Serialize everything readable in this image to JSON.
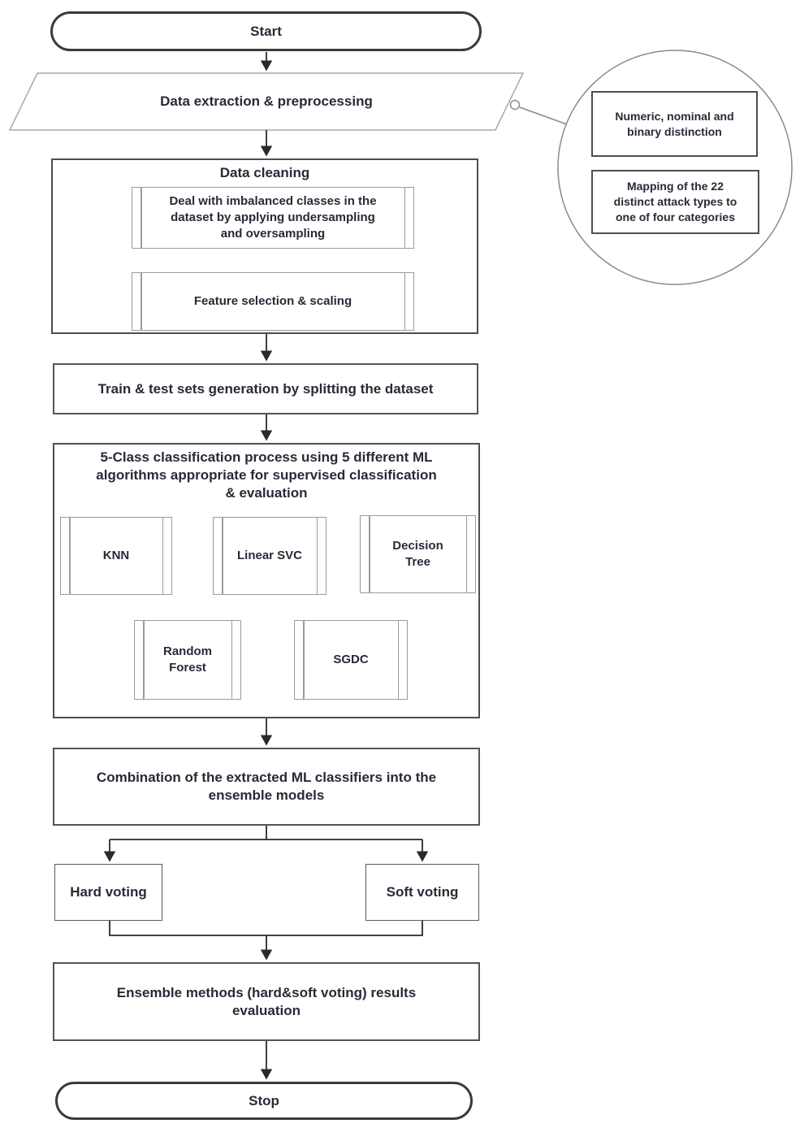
{
  "nodes": {
    "start": {
      "label": "Start"
    },
    "preprocess": {
      "label": "Data extraction & preprocessing"
    },
    "cleaning": {
      "title": "Data cleaning",
      "steps": [
        {
          "label": "Deal with imbalanced classes in the\ndataset by applying undersampling\nand oversampling"
        },
        {
          "label": "Feature selection & scaling"
        }
      ]
    },
    "split": {
      "label": "Train & test sets generation by splitting the dataset"
    },
    "classification": {
      "title": "5-Class classification process using 5 different ML\nalgorithms appropriate for supervised classification\n& evaluation",
      "algorithms": [
        "KNN",
        "Linear SVC",
        "Decision\nTree",
        "Random\nForest",
        "SGDC"
      ]
    },
    "combination": {
      "label": "Combination of the extracted ML classifiers into the\nensemble models"
    },
    "hard_voting": {
      "label": "Hard voting"
    },
    "soft_voting": {
      "label": "Soft voting"
    },
    "evaluation": {
      "label": "Ensemble methods (hard&soft voting) results\nevaluation"
    },
    "stop": {
      "label": "Stop"
    }
  },
  "callout": {
    "notes": [
      "Numeric, nominal and\nbinary distinction",
      "Mapping of the 22\ndistinct attack types to\none of four categories"
    ]
  },
  "colors": {
    "background": "#ffffff",
    "text": "#262b36",
    "terminal_border": "#3b3b3b",
    "process_border": "#545454",
    "subroutine_border": "#9b9b9b",
    "connector": "#2a2a2a",
    "callout_border": "#8a8a8a"
  }
}
